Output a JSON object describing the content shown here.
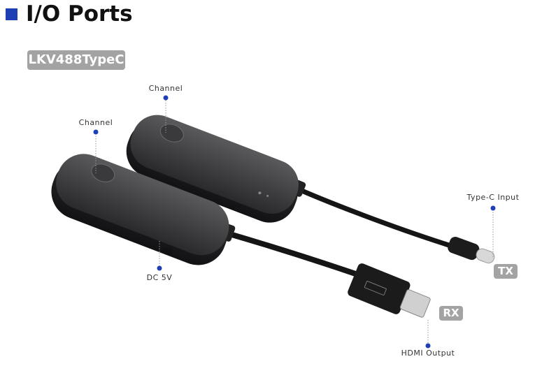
{
  "header": {
    "title": "I/O Ports",
    "bullet_color": "#1f3fb4"
  },
  "model_badge": "LKV488TypeC",
  "callouts": {
    "channel_tx": "Channel",
    "channel_rx": "Channel",
    "type_c_input": "Type-C Input",
    "dc_5v": "DC 5V",
    "hdmi_output": "HDMI Output"
  },
  "unit_badges": {
    "tx": "TX",
    "rx": "RX"
  },
  "accent_dot_color": "#1f3fb4"
}
